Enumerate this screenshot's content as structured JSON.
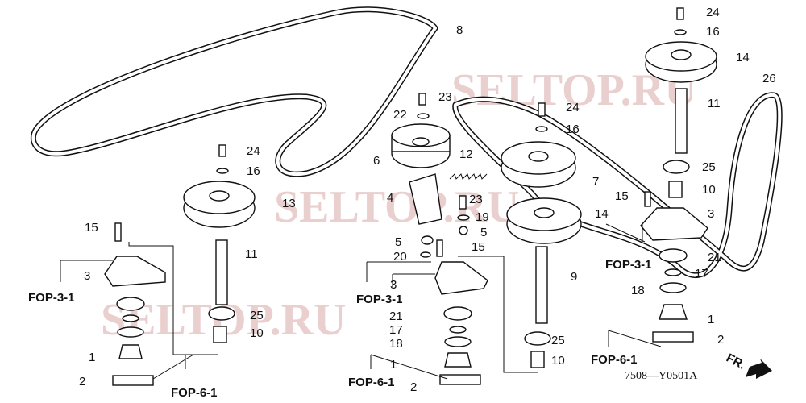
{
  "diagram": {
    "watermark": "SELTOP.RU",
    "drawing_code": "7508—Y0501A",
    "front_indicator": "FR.",
    "callouts": [
      "8",
      "24",
      "16",
      "14",
      "26",
      "11",
      "23",
      "24",
      "22",
      "16",
      "12",
      "6",
      "25",
      "7",
      "10",
      "24",
      "16",
      "23",
      "4",
      "13",
      "14",
      "19",
      "3",
      "15",
      "5",
      "15",
      "5",
      "15",
      "20",
      "11",
      "21",
      "17",
      "3",
      "9",
      "3",
      "18",
      "21",
      "25",
      "1",
      "17",
      "10",
      "18",
      "2",
      "25",
      "1",
      "1",
      "10",
      "2",
      "2"
    ],
    "references": [
      "FOP-3-1",
      "FOP-3-1",
      "FOP-3-1",
      "FOP-6-1",
      "FOP-6-1",
      "FOP-6-1"
    ]
  }
}
